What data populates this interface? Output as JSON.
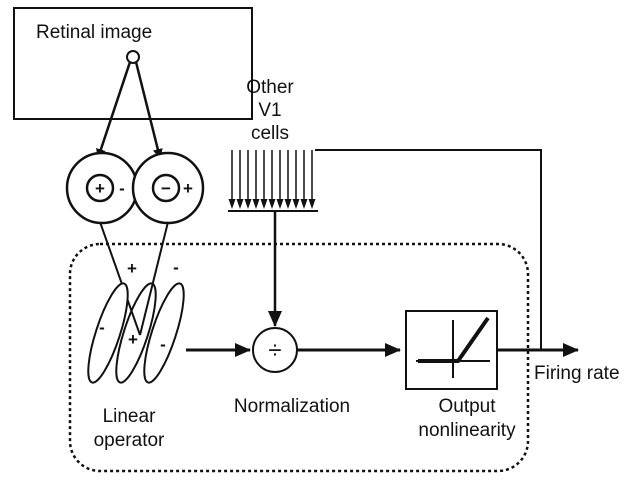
{
  "labels": {
    "retinal_image": "Retinal image",
    "other_v1": [
      "Other",
      "V1",
      "cells"
    ],
    "linear_operator": [
      "Linear",
      "operator"
    ],
    "normalization": "Normalization",
    "output_nonlinearity": [
      "Output",
      "nonlinearity"
    ],
    "firing_rate": "Firing rate"
  },
  "symbols": {
    "on_center_inner": "+",
    "on_center_outer": "-",
    "off_center_inner": "−",
    "off_center_outer": "+",
    "plus_left": "+",
    "minus_right": "-",
    "subfield_minus_left": "-",
    "subfield_plus_center": "+",
    "subfield_minus_right": "-",
    "divide": "÷"
  }
}
